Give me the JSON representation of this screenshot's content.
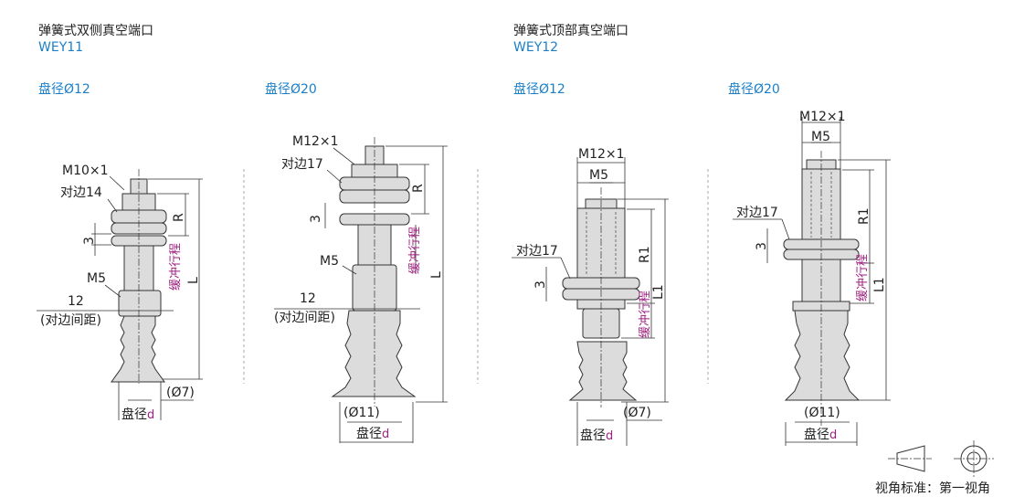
{
  "left_section": {
    "title": "弹簧式双侧真空端口",
    "model": "WEY11",
    "variants": [
      "盘径Ø12",
      "盘径Ø20"
    ]
  },
  "right_section": {
    "title": "弹簧式顶部真空端口",
    "model": "WEY12",
    "variants": [
      "盘径Ø12",
      "盘径Ø20"
    ]
  },
  "d1": {
    "thread": "M10×1",
    "across_flats": "对边14",
    "nut_thk": "3",
    "port": "M5",
    "flats": "12",
    "flats_note": "(对边间距)",
    "R": "R",
    "L": "L",
    "stroke": "缓冲行程",
    "dia": "(Ø7)",
    "pad_label": "盘径",
    "pad_d": "d"
  },
  "d2": {
    "thread": "M12×1",
    "across_flats": "对边17",
    "nut_thk": "3",
    "port": "M5",
    "flats": "12",
    "flats_note": "(对边间距)",
    "R": "R",
    "L": "L",
    "stroke": "缓冲行程",
    "dia": "(Ø11)",
    "pad_label": "盘径",
    "pad_d": "d"
  },
  "d3": {
    "thread": "M12×1",
    "port": "M5",
    "across_flats": "对边17",
    "nut_thk": "3",
    "R": "R1",
    "L": "L1",
    "stroke": "缓冲行程",
    "dia": "(Ø7)",
    "pad_label": "盘径",
    "pad_d": "d"
  },
  "d4": {
    "thread": "M12×1",
    "port": "M5",
    "across_flats": "对边17",
    "nut_thk": "3",
    "R": "R1",
    "L": "L1",
    "stroke": "缓冲行程",
    "dia": "(Ø11)",
    "pad_label": "盘径",
    "pad_d": "d"
  },
  "projection": {
    "label": "视角标准：第一视角"
  }
}
